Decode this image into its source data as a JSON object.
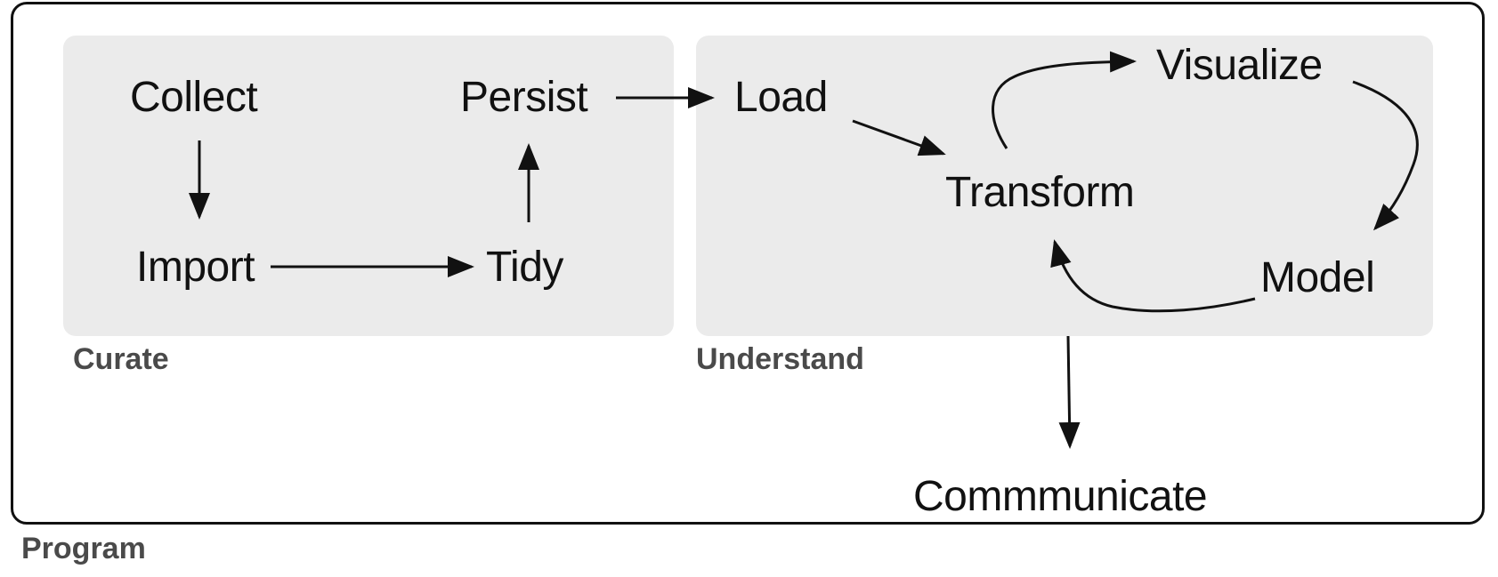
{
  "groups": {
    "program": "Program",
    "curate": "Curate",
    "understand": "Understand"
  },
  "nodes": {
    "collect": "Collect",
    "import": "Import",
    "tidy": "Tidy",
    "persist": "Persist",
    "load": "Load",
    "transform": "Transform",
    "visualize": "Visualize",
    "model": "Model",
    "communicate": "Commmunicate"
  },
  "edges": [
    {
      "from": "Collect",
      "to": "Import"
    },
    {
      "from": "Import",
      "to": "Tidy"
    },
    {
      "from": "Tidy",
      "to": "Persist"
    },
    {
      "from": "Persist",
      "to": "Load"
    },
    {
      "from": "Load",
      "to": "Transform"
    },
    {
      "from": "Transform",
      "to": "Visualize"
    },
    {
      "from": "Visualize",
      "to": "Model"
    },
    {
      "from": "Model",
      "to": "Transform"
    },
    {
      "from": "Transform",
      "to": "Commmunicate"
    }
  ]
}
